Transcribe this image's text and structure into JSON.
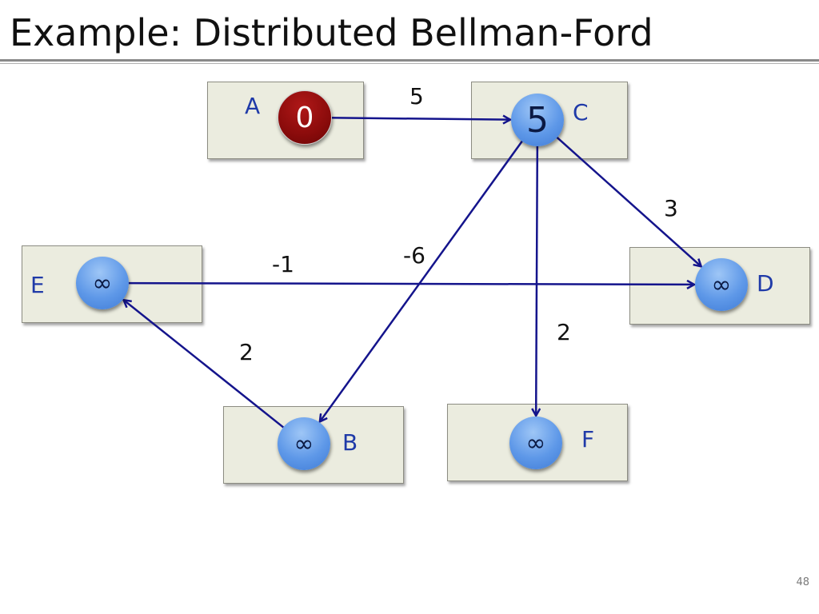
{
  "slide": {
    "title": "Example: Distributed Bellman-Ford",
    "page_number": "48"
  },
  "colors": {
    "edge": "#14148c",
    "source_node": "#8a0b0b",
    "node": "#5e98e8",
    "box": "#ebecdf"
  },
  "nodes": {
    "A": {
      "label": "A",
      "distance": "0"
    },
    "C": {
      "label": "C",
      "distance": "5"
    },
    "E": {
      "label": "E",
      "distance": "∞"
    },
    "D": {
      "label": "D",
      "distance": "∞"
    },
    "B": {
      "label": "B",
      "distance": "∞"
    },
    "F": {
      "label": "F",
      "distance": "∞"
    }
  },
  "edges": [
    {
      "from": "A",
      "to": "C",
      "weight": "5"
    },
    {
      "from": "C",
      "to": "D",
      "weight": "3"
    },
    {
      "from": "C",
      "to": "B",
      "weight": "-6"
    },
    {
      "from": "C",
      "to": "F",
      "weight": "2"
    },
    {
      "from": "E",
      "to": "D",
      "weight": "-1"
    },
    {
      "from": "B",
      "to": "E",
      "weight": "2"
    }
  ]
}
